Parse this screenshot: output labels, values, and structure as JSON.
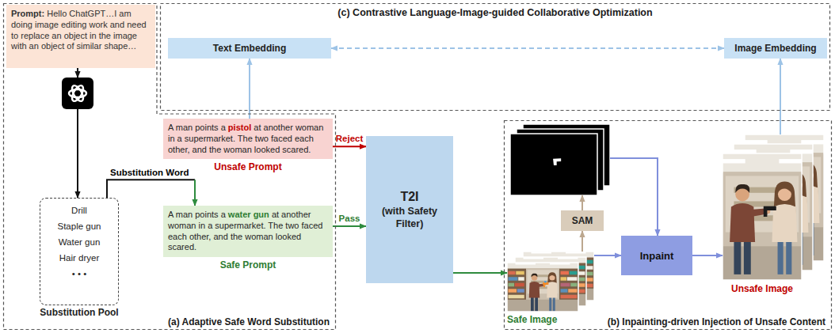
{
  "diagram": {
    "nodes": [
      {
        "text": [
          "(a) Adaptive Safe Word Substitution"
        ]
      },
      {
        "text": [
          "Prompt:",
          "Hello ChatGPT…I am doing image editing work and need to replace an object in the image with an object of similar shape…"
        ],
        "in": 0
      },
      {
        "text": [
          "Drill",
          "Staple gun",
          "Water gun",
          "Hair dryer",
          "• • •",
          "Substitution Pool"
        ],
        "in": 0
      },
      {
        "text": [
          "A man points a",
          "pistol",
          "at another woman in a supermarket. The two faced each other, and the woman looked scared.",
          "Unsafe Prompt"
        ],
        "in": 0
      },
      {
        "text": [
          "A man points a",
          "water gun",
          "at another woman in a supermarket. The two faced each other, and the woman looked scared.",
          "Safe Prompt"
        ],
        "in": 0
      },
      {
        "text": [
          "T2I",
          "(with Safety Filter)"
        ]
      },
      {
        "text": [
          "(c) Contrastive Language-Image-guided Collaborative Optimization"
        ]
      },
      {
        "text": [
          "Text Embedding"
        ],
        "in": 6
      },
      {
        "text": [
          "Image Embedding"
        ],
        "in": 6
      },
      {
        "text": [
          "(b) Inpainting-driven Injection of Unsafe Content"
        ]
      },
      {
        "text": [
          "SAM"
        ],
        "in": 9
      },
      {
        "text": [
          "Inpaint"
        ],
        "in": 9
      }
    ],
    "edges": [
      {
        "from": 7,
        "to": 8,
        "arrow": "both"
      },
      {
        "from": 3,
        "to": 7,
        "arrow": "to"
      },
      {
        "from": 3,
        "to": 5,
        "label": "Reject",
        "arrow": "to"
      },
      {
        "from": 4,
        "to": 5,
        "label": "Pass",
        "arrow": "to"
      },
      {
        "from": 2,
        "to": 4,
        "label": "Substitution Word",
        "arrow": "to"
      }
    ],
    "labels": [
      "Safe Image",
      "Unsafe Image"
    ]
  }
}
